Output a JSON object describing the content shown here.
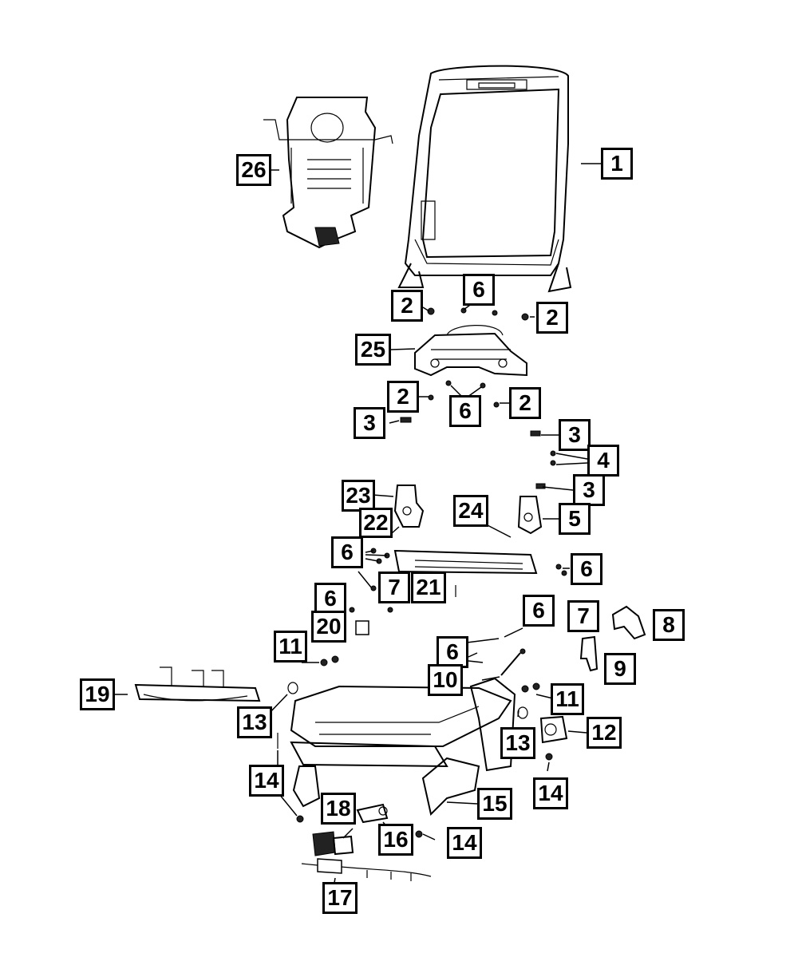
{
  "diagram": {
    "callouts": {
      "c1": "1",
      "c26": "26",
      "c6a": "6",
      "c2a": "2",
      "c2b": "2",
      "c25": "25",
      "c2c": "2",
      "c2d": "2",
      "c6b": "6",
      "c3a": "3",
      "c3b": "3",
      "c4": "4",
      "c3c": "3",
      "c23": "23",
      "c22": "22",
      "c24": "24",
      "c5": "5",
      "c6c": "6",
      "c6d": "6",
      "c7a": "7",
      "c21": "21",
      "c6e": "6",
      "c20": "20",
      "c6f": "6",
      "c7b": "7",
      "c8": "8",
      "c11a": "11",
      "c6g": "6",
      "c9": "9",
      "c10": "10",
      "c19": "19",
      "c11b": "11",
      "c13a": "13",
      "c13b": "13",
      "c12": "12",
      "c14a": "14",
      "c14b": "14",
      "c15": "15",
      "c18": "18",
      "c16": "16",
      "c14c": "14",
      "c17": "17"
    }
  }
}
